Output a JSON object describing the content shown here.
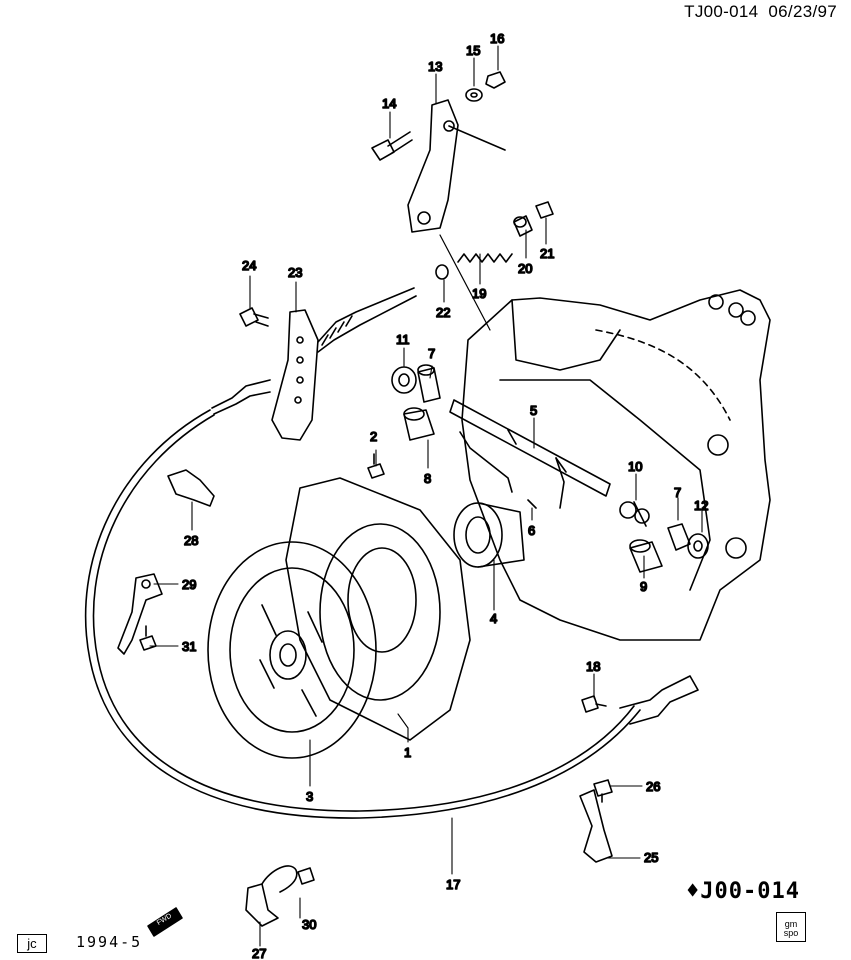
{
  "header": {
    "doc_id": "TJ00-014",
    "date": "06/23/97"
  },
  "footer": {
    "section_code": "J00-014",
    "section_mark": "♦",
    "box_label": "jc",
    "year_code": "1994-5",
    "fwd_label": "FWD",
    "gm_badge": [
      "gm",
      "spo"
    ]
  },
  "callouts": [
    {
      "id": "c1",
      "label": "1"
    },
    {
      "id": "c2",
      "label": "2"
    },
    {
      "id": "c3",
      "label": "3"
    },
    {
      "id": "c4",
      "label": "4"
    },
    {
      "id": "c5",
      "label": "5"
    },
    {
      "id": "c6",
      "label": "6"
    },
    {
      "id": "c7a",
      "label": "7"
    },
    {
      "id": "c7b",
      "label": "7"
    },
    {
      "id": "c8",
      "label": "8"
    },
    {
      "id": "c9",
      "label": "9"
    },
    {
      "id": "c10",
      "label": "10"
    },
    {
      "id": "c11",
      "label": "11"
    },
    {
      "id": "c12",
      "label": "12"
    },
    {
      "id": "c13",
      "label": "13"
    },
    {
      "id": "c14",
      "label": "14"
    },
    {
      "id": "c15",
      "label": "15"
    },
    {
      "id": "c16",
      "label": "16"
    },
    {
      "id": "c17",
      "label": "17"
    },
    {
      "id": "c18",
      "label": "18"
    },
    {
      "id": "c19",
      "label": "19"
    },
    {
      "id": "c20",
      "label": "20"
    },
    {
      "id": "c21",
      "label": "21"
    },
    {
      "id": "c22",
      "label": "22"
    },
    {
      "id": "c23",
      "label": "23"
    },
    {
      "id": "c24",
      "label": "24"
    },
    {
      "id": "c25",
      "label": "25"
    },
    {
      "id": "c26",
      "label": "26"
    },
    {
      "id": "c27",
      "label": "27"
    },
    {
      "id": "c28",
      "label": "28"
    },
    {
      "id": "c29",
      "label": "29"
    },
    {
      "id": "c30",
      "label": "30"
    },
    {
      "id": "c31",
      "label": "31"
    }
  ]
}
